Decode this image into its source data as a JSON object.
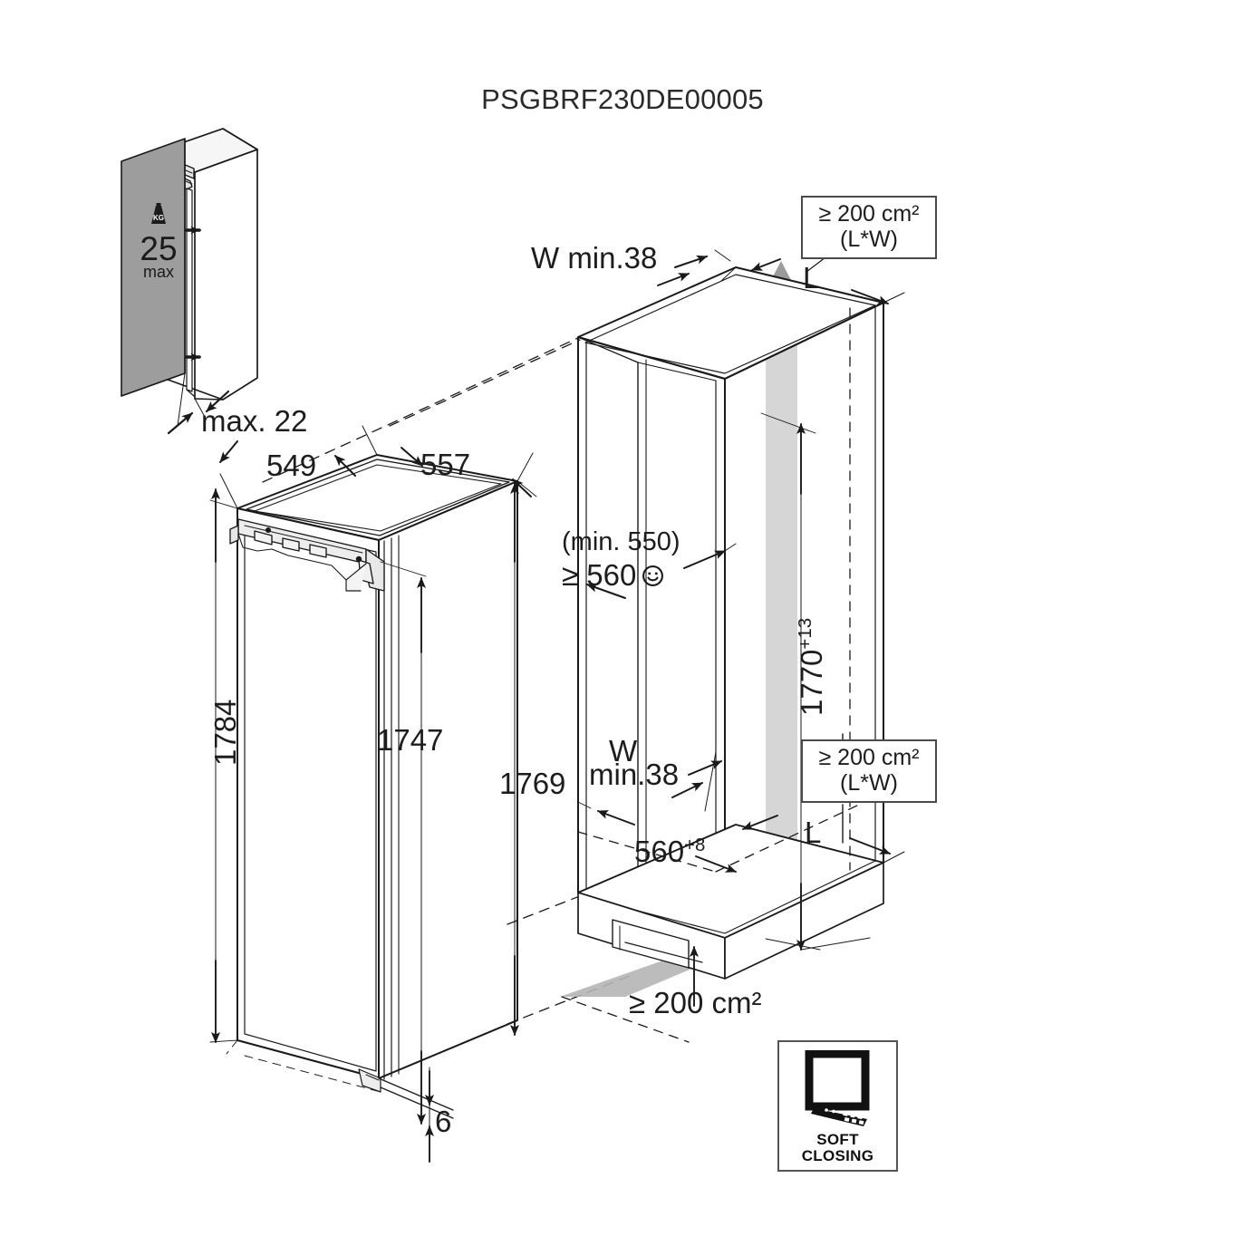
{
  "title": "PSGBRF230DE00005",
  "doc_type": "appliance-installation-dimension-drawing",
  "door_panel_detail": {
    "weight_icon": "weight-kg-icon",
    "weight_value": "25",
    "weight_qualifier": "max",
    "thickness_label": "max. 22"
  },
  "appliance_view": {
    "depth_left_label": "549",
    "depth_right_label": "557",
    "height_overall_label": "1784",
    "height_door_label": "1747",
    "height_body_label": "1769",
    "gap_bottom_label": "6"
  },
  "niche_view": {
    "top_vent_width_label": "W min.38",
    "top_vent_length_label": "L",
    "top_vent_area_line1": "≥ 200 cm²",
    "top_vent_area_line2": "(L*W)",
    "depth_min_label": "(min. 550)",
    "depth_pref_label": "≥ 560",
    "depth_pref_icon": "smiley-face-icon",
    "height_label": "1770",
    "height_tolerance": "+13",
    "bottom_vent_width_label_line1": "W",
    "bottom_vent_width_label_line2": "min.38",
    "width_label": "560",
    "width_tolerance": "+8",
    "rear_vent_area_line1": "≥ 200 cm²",
    "rear_vent_area_line2": "(L*W)",
    "rear_vent_length_label": "L",
    "bottom_vent_area_label": "≥ 200 cm²"
  },
  "badges": {
    "soft_closing_icon": "soft-closing-door-icon",
    "soft_closing_line1": "SOFT",
    "soft_closing_line2": "CLOSING"
  },
  "colors": {
    "line": "#1a1a1a",
    "panel_gray": "#9d9d9d",
    "airflow_gray": "#c9c9c9",
    "airflow_arrow_gray": "#9b9b9b",
    "box_border": "#4a4a4a",
    "background": "#ffffff"
  }
}
